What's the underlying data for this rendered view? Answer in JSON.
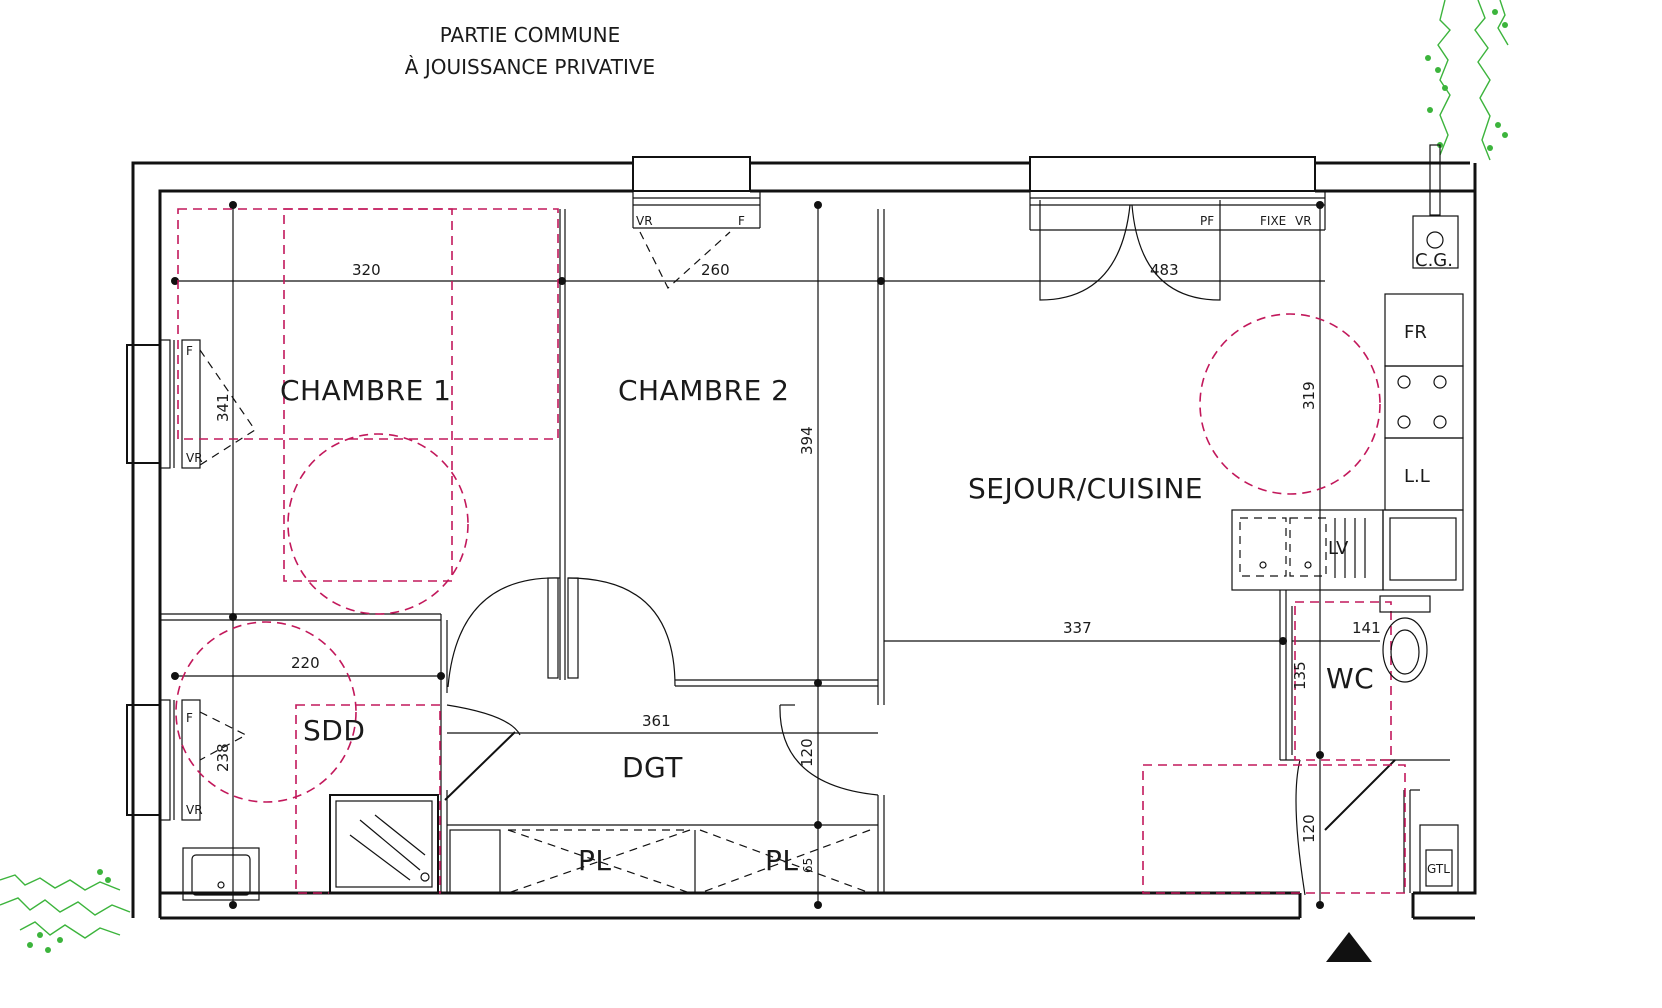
{
  "header": {
    "line1": "PARTIE COMMUNE",
    "line2": "À JOUISSANCE PRIVATIVE"
  },
  "rooms": {
    "chambre1": "CHAMBRE 1",
    "chambre2": "CHAMBRE 2",
    "sejour": "SEJOUR/CUISINE",
    "sdd": "SDD",
    "dgt": "DGT",
    "wc": "WC",
    "pl1": "PL",
    "pl2": "PL"
  },
  "dimensions": {
    "chambre1_width": "320",
    "chambre1_height": "341",
    "chambre2_width": "260",
    "chambre2_height": "394",
    "sejour_width": "483",
    "sejour_depth": "319",
    "sejour_lower": "337",
    "sdd_width": "220",
    "sdd_height": "238",
    "dgt_width": "361",
    "dgt_door": "120",
    "entry_door": "120",
    "wc_width": "141",
    "wc_height": "135",
    "pl_small": "65"
  },
  "fixtures": {
    "cg": "C.G.",
    "fr": "FR",
    "ll": "L.L",
    "lv": "LV",
    "gtl": "GTL"
  },
  "window_labels": {
    "vr": "VR",
    "f": "F",
    "pf": "PF",
    "fixe": "FIXE"
  },
  "icons": {
    "entry": "entry-arrow-icon",
    "shower": "shower-icon",
    "toilet": "toilet-icon",
    "hob": "hob-icon",
    "sink": "sink-icon",
    "washbasin": "washbasin-icon"
  }
}
